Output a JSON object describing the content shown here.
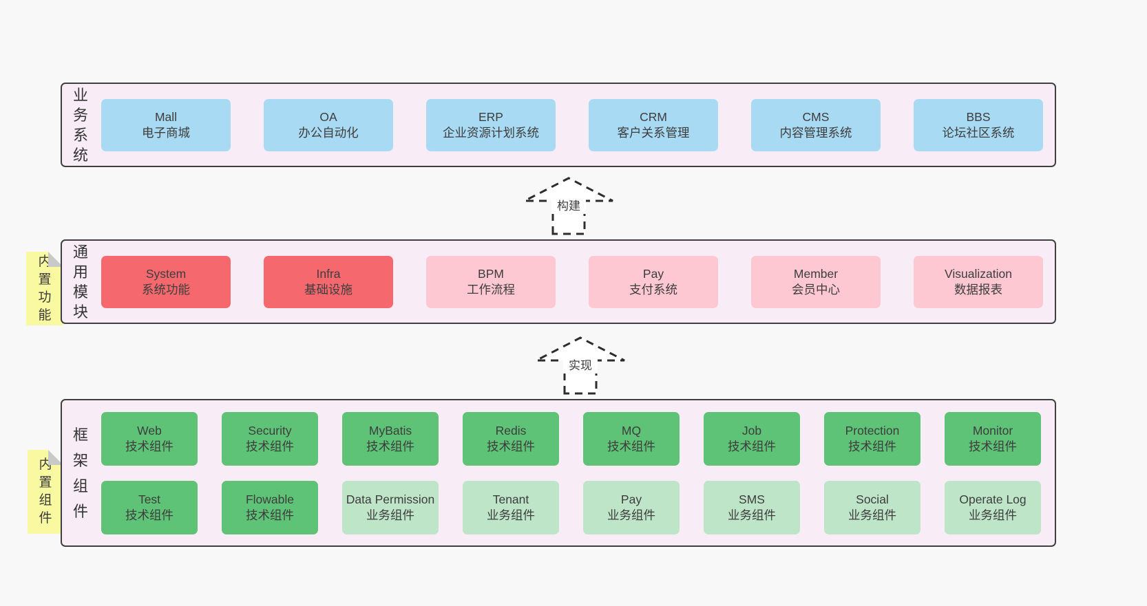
{
  "colors": {
    "page_bg": "#f8f8f8",
    "container_bg": "#f8edf6",
    "border": "#3f3f3f",
    "blue": "#a9daf3",
    "red": "#f5696e",
    "pink": "#fdc8d2",
    "green": "#5fc377",
    "lightgreen": "#bee5c8",
    "yellow": "#f9f9a2",
    "fold": "#c9c9c9"
  },
  "arrows": {
    "build": "构建",
    "implement": "实现"
  },
  "sections": {
    "business": {
      "label": "业务系统",
      "boxes": [
        {
          "name": "Mall",
          "desc": "电子商城"
        },
        {
          "name": "OA",
          "desc": "办公自动化"
        },
        {
          "name": "ERP",
          "desc": "企业资源计划系统"
        },
        {
          "name": "CRM",
          "desc": "客户关系管理"
        },
        {
          "name": "CMS",
          "desc": "内容管理系统"
        },
        {
          "name": "BBS",
          "desc": "论坛社区系统"
        }
      ]
    },
    "modules": {
      "label": "通用模块",
      "note": "内置功能",
      "boxes": [
        {
          "name": "System",
          "desc": "系统功能"
        },
        {
          "name": "Infra",
          "desc": "基础设施"
        },
        {
          "name": "BPM",
          "desc": "工作流程"
        },
        {
          "name": "Pay",
          "desc": "支付系统"
        },
        {
          "name": "Member",
          "desc": "会员中心"
        },
        {
          "name": "Visualization",
          "desc": "数据报表"
        }
      ]
    },
    "components": {
      "label": "框架组件",
      "note": "内置组件",
      "rows": [
        [
          {
            "name": "Web",
            "desc": "技术组件"
          },
          {
            "name": "Security",
            "desc": "技术组件"
          },
          {
            "name": "MyBatis",
            "desc": "技术组件"
          },
          {
            "name": "Redis",
            "desc": "技术组件"
          },
          {
            "name": "MQ",
            "desc": "技术组件"
          },
          {
            "name": "Job",
            "desc": "技术组件"
          },
          {
            "name": "Protection",
            "desc": "技术组件"
          },
          {
            "name": "Monitor",
            "desc": "技术组件"
          }
        ],
        [
          {
            "name": "Test",
            "desc": "技术组件"
          },
          {
            "name": "Flowable",
            "desc": "技术组件"
          },
          {
            "name": "Data Permission",
            "desc": "业务组件"
          },
          {
            "name": "Tenant",
            "desc": "业务组件"
          },
          {
            "name": "Pay",
            "desc": "业务组件"
          },
          {
            "name": "SMS",
            "desc": "业务组件"
          },
          {
            "name": "Social",
            "desc": "业务组件"
          },
          {
            "name": "Operate Log",
            "desc": "业务组件"
          }
        ]
      ]
    }
  }
}
